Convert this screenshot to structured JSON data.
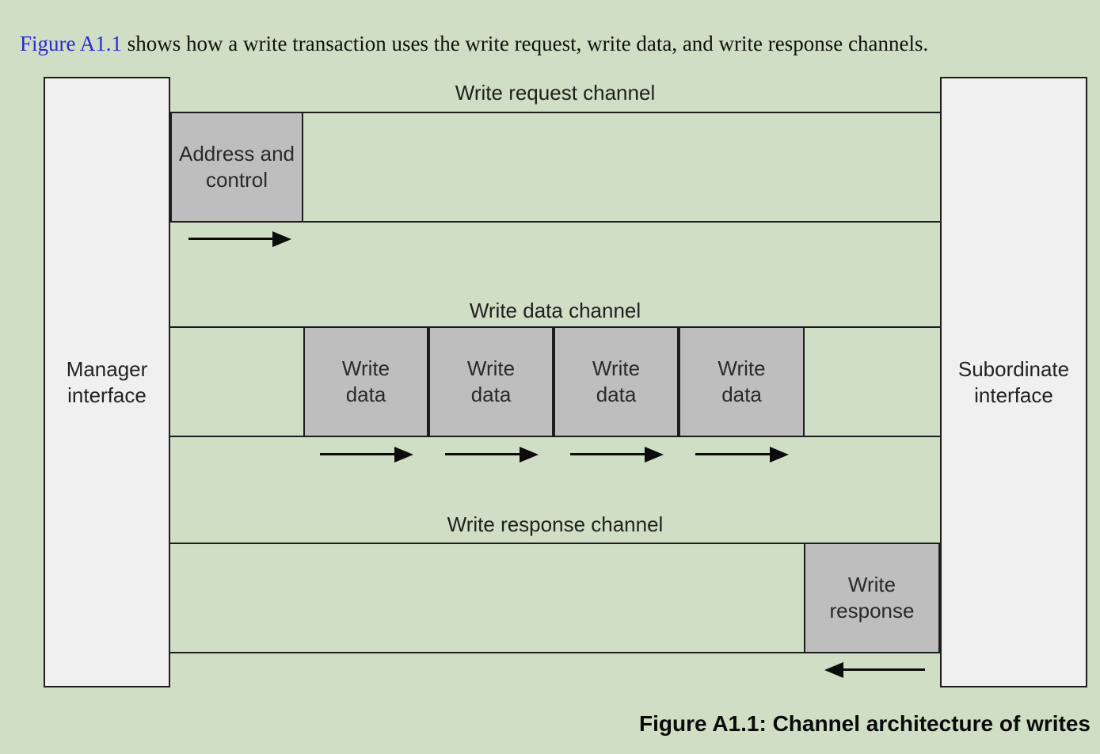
{
  "colors": {
    "bg": "#cfdec4",
    "box-gray": "#bebebe",
    "box-white": "#f0f0f0",
    "line": "#1d1d1d",
    "link": "#2a2ad0",
    "text": "#1c1c1c"
  },
  "intro": {
    "link_text": "Figure A1.1",
    "text_after_link": " shows how a write transaction uses the write request, write data, and write response channels."
  },
  "diagram": {
    "manager_label": "Manager\ninterface",
    "subordinate_label": "Subordinate\ninterface",
    "channels": [
      {
        "label": "Write request channel",
        "box_label": "Address and\ncontrol",
        "box_count": 1,
        "arrow_direction": "right"
      },
      {
        "label": "Write data channel",
        "box_label": "Write\ndata",
        "box_count": 4,
        "arrow_direction": "right"
      },
      {
        "label": "Write response channel",
        "box_label": "Write\nresponse",
        "box_count": 1,
        "arrow_direction": "left"
      }
    ]
  },
  "caption": "Figure A1.1: Channel architecture of writes"
}
